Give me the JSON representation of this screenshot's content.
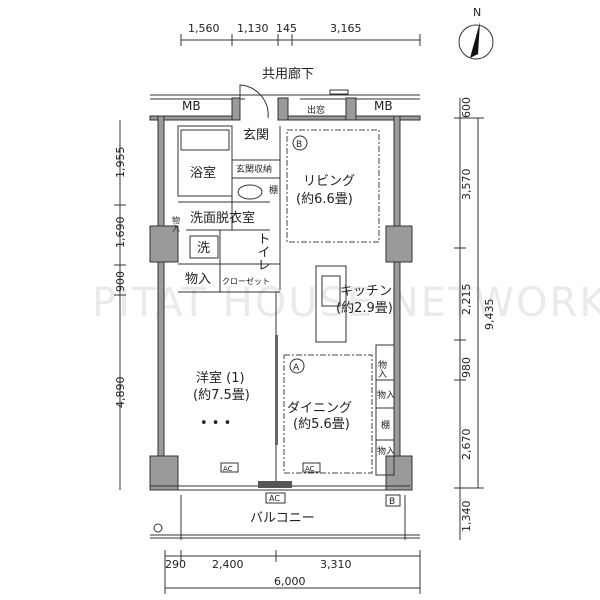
{
  "dimensions": {
    "top": [
      "1,560",
      "1,130",
      "145",
      "3,165"
    ],
    "left": [
      "1,955",
      "1,690",
      "900",
      "4,890"
    ],
    "right": [
      "600",
      "3,570",
      "2,215",
      "980",
      "2,670",
      "1,340"
    ],
    "right_total": "9,435",
    "bottom": [
      "290",
      "2,400",
      "3,310"
    ],
    "bottom_total": "6,000"
  },
  "compass": {
    "label": "N"
  },
  "labels": {
    "corridor": "共用廊下",
    "mb_left": "MB",
    "mb_right": "MB",
    "bay_window": "出窓",
    "entrance": "玄関",
    "bath": "浴室",
    "shoe_storage": "玄関収納",
    "shelf_small": "棚",
    "storage_wash": "物入",
    "washroom": "洗面脱衣室",
    "washer": "洗",
    "toilet": "トイレ",
    "storage_left": "物入",
    "closet": "クローゼット",
    "living_marker": "B",
    "living": "リビング",
    "living_size": "(約6.6畳)",
    "kitchen": "キッチン",
    "kitchen_size": "(約2.9畳)",
    "western_room": "洋室 (1)",
    "western_size": "(約7.5畳)",
    "western_dots": "• • •",
    "dining_marker": "A",
    "dining": "ダイニング",
    "dining_size": "(約5.6畳)",
    "storage_r1": "物入",
    "storage_r2": "物入",
    "shelf_r": "棚",
    "storage_r3": "物入",
    "ac1": "AC",
    "ac2": "AC",
    "ac3": "AC",
    "b_box": "B",
    "balcony": "バルコニー"
  },
  "watermark": "PITAT HOUSE NETWORK"
}
